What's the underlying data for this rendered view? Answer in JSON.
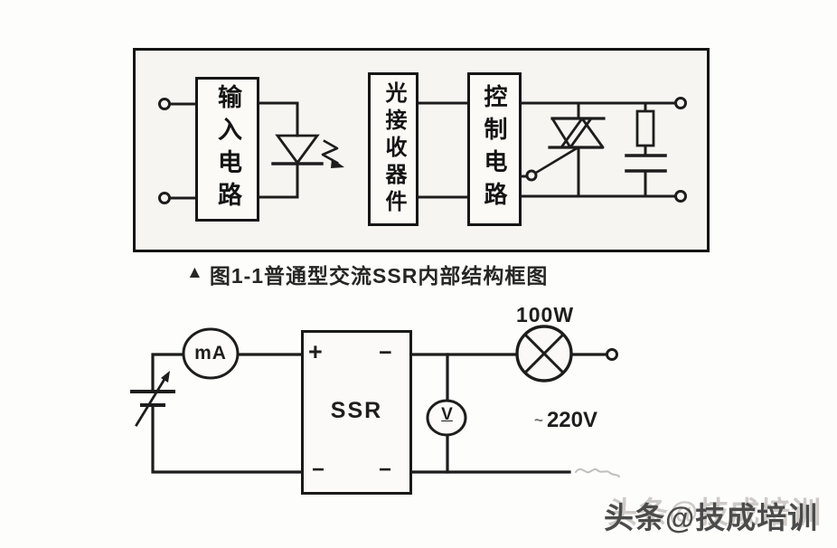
{
  "figure_block_diagram": {
    "blocks": [
      {
        "label": "输入电路"
      },
      {
        "label": "光接收器件"
      },
      {
        "label": "控制电路"
      }
    ],
    "caption_marker": "▲",
    "caption_text": "图1-1普通型交流SSR内部结构框图"
  },
  "figure_test_circuit": {
    "ammeter_label": "mA",
    "ssr": {
      "label": "SSR",
      "input_plus": "+",
      "output_minus_top": "−",
      "input_minus_bottom": "−",
      "output_minus_bottom": "−"
    },
    "lamp_power": "100W",
    "voltmeter_label": "V",
    "supply_ac_mark": "~",
    "supply_voltage": "220V"
  },
  "watermark": "头条@技成培训",
  "colors": {
    "ink": "#1e1e1e",
    "paper": "#fdfdfc",
    "scan_background": "#f6f5f1",
    "watermark": "#4b4b4b"
  }
}
